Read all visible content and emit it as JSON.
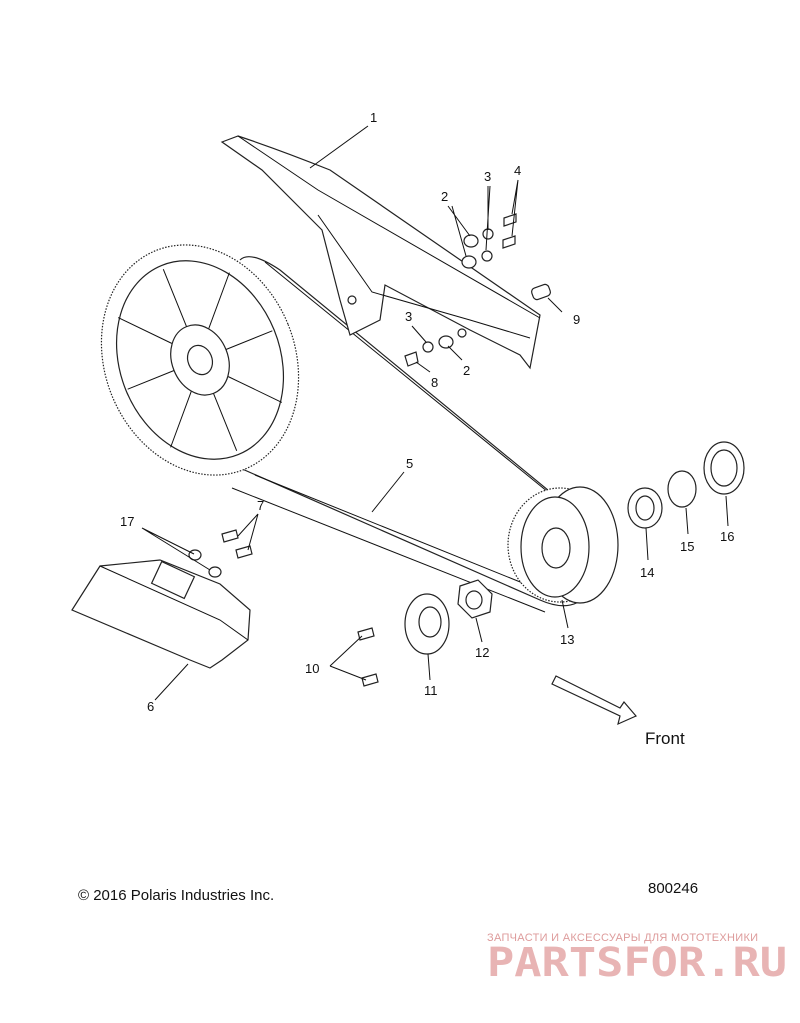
{
  "diagram": {
    "callouts": [
      "1",
      "2",
      "3",
      "4",
      "2",
      "3",
      "8",
      "9",
      "5",
      "17",
      "7",
      "6",
      "10",
      "11",
      "12",
      "13",
      "14",
      "15",
      "16"
    ],
    "front_label": "Front",
    "copyright": "© 2016 Polaris Industries Inc.",
    "diagram_id": "800246"
  },
  "watermark": {
    "tagline": "ЗАПЧАСТИ И АКСЕССУАРЫ ДЛЯ МОТОТЕХНИКИ",
    "logo": "PARTSFOR.RU",
    "color": "#e4a7a7"
  }
}
